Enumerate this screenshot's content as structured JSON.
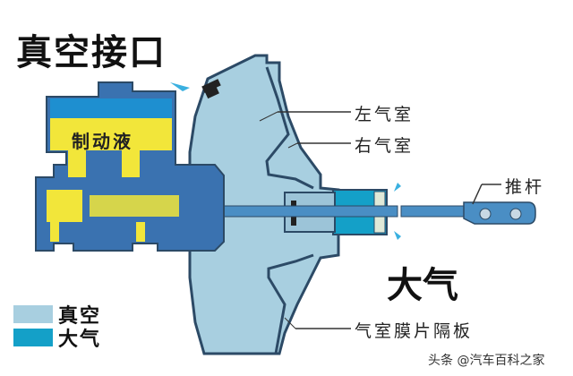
{
  "title": "真空接口",
  "fluid_label": "制动液",
  "labels": {
    "left_chamber": "左气室",
    "right_chamber": "右气室",
    "push_rod": "推杆",
    "atmosphere_big": "大气",
    "diaphragm": "气室膜片隔板"
  },
  "legend": [
    {
      "label": "真空",
      "color": "#a8cfe0"
    },
    {
      "label": "大气",
      "color": "#14a0c8"
    }
  ],
  "colors": {
    "vacuum": "#a8cfe0",
    "atmosphere": "#14a0c8",
    "brake_fluid": "#f2e63a",
    "housing": "#3a72b0",
    "outline": "#2c4a66"
  },
  "watermark": "头条 @汽车百科之家"
}
